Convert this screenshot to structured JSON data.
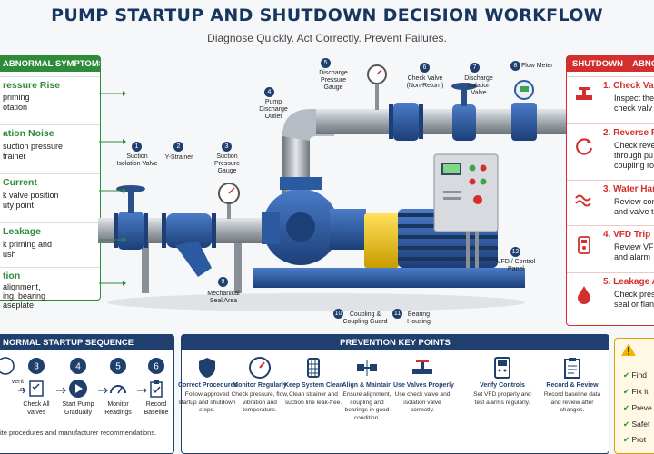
{
  "title": "PUMP STARTUP AND SHUTDOWN DECISION WORKFLOW",
  "subtitle": "Diagnose Quickly. Act Correctly. Prevent Failures.",
  "left_panel": {
    "header": "ABNORMAL SYMPTOMS",
    "cards": [
      {
        "h": "ressure Rise",
        "d1": "priming",
        "d2": "otation"
      },
      {
        "h": "ation Noise",
        "d1": "suction pressure",
        "d2": "trainer"
      },
      {
        "h": "Current",
        "d1": "k valve position",
        "d2": "uty point"
      },
      {
        "h": "Leakage",
        "d1": "k priming and",
        "d2": "ush"
      },
      {
        "h": "tion",
        "d1": "alignment,",
        "d2": "ing, bearing",
        "d3": "aseplate"
      }
    ]
  },
  "right_panel": {
    "header": "SHUTDOWN – ABNOR",
    "cards": [
      {
        "h": "1. Check Valv",
        "d1": "Inspect the",
        "d2": "check valv"
      },
      {
        "h": "2. Reverse R",
        "d1": "Check reve",
        "d2": "through pu",
        "d3": "coupling ro"
      },
      {
        "h": "3. Water Har",
        "d1": "Review con",
        "d2": "and valve t"
      },
      {
        "h": "4. VFD Trip",
        "d1": "Review VFD",
        "d2": "and alarm"
      },
      {
        "h": "5. Leakage A",
        "d1": "Check pres",
        "d2": "seal or flan"
      }
    ]
  },
  "labels": {
    "l1": "Suction Isolation Valve",
    "l2": "Y-Strainer",
    "l3": "Suction Pressure Gauge",
    "l4": "Pump Discharge Outlet",
    "l5": "Discharge Pressure Gauge",
    "l6": "Check Valve (Non-Return)",
    "l7": "Discharge Isolation Valve",
    "l8": "Flow Meter",
    "l9": "Mechanical Seal Area",
    "l10": "Coupling & Coupling Guard",
    "l11": "Bearing Housing",
    "l12": "VFD / Control Panel"
  },
  "nums": [
    "1",
    "2",
    "3",
    "4",
    "5",
    "6",
    "7",
    "8",
    "9",
    "10",
    "11",
    "12"
  ],
  "startup": {
    "header": "NORMAL STARTUP SEQUENCE",
    "steps": [
      {
        "n": "3",
        "t": "Check All Valves"
      },
      {
        "n": "4",
        "t": "Start Pump Gradually"
      },
      {
        "n": "5",
        "t": "Monitor Readings"
      },
      {
        "n": "6",
        "t": "Record Baseline"
      }
    ],
    "partial": "vent",
    "partial2": "n",
    "note": "ite procedures and manufacturer recommendations."
  },
  "prevention": {
    "header": "PREVENTION KEY POINTS",
    "items": [
      {
        "t": "Correct Procedures",
        "d": "Follow approved startup and shutdown steps."
      },
      {
        "t": "Monitor Regularly",
        "d": "Check pressure, flow, vibration and temperature."
      },
      {
        "t": "Keep System Clean",
        "d": "Clean strainer and suction line leak-free."
      },
      {
        "t": "Align & Maintain",
        "d": "Ensure alignment, coupling and bearings in good condition."
      },
      {
        "t": "Use Valves Properly",
        "d": "Use check valve and isolation valve correctly."
      },
      {
        "t": "Verify Controls",
        "d": "Set VFD properly and test alarms regularly."
      },
      {
        "t": "Record & Review",
        "d": "Record baseline data and review after changes."
      }
    ]
  },
  "yellow": {
    "items": [
      "Find",
      "Fix it",
      "Preve",
      "Safet",
      "Prot"
    ]
  },
  "colors": {
    "green": "#2e8b3a",
    "red": "#d32f2f",
    "navy": "#1f3f6e",
    "pump_blue": "#2c5aa0",
    "motor_yellow": "#f2c40f"
  }
}
